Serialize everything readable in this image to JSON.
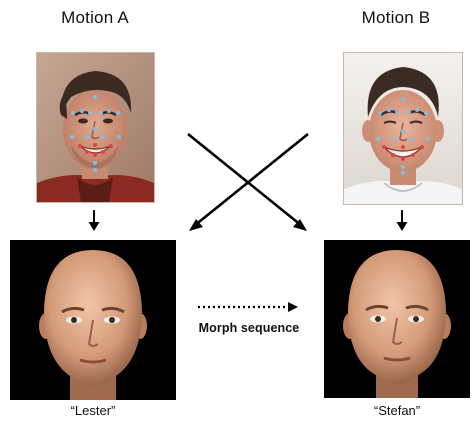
{
  "left": {
    "title": "Motion A",
    "caption": "“Lester”"
  },
  "right": {
    "title": "Motion B",
    "caption": "“Stefan”"
  },
  "morph": {
    "label": "Morph sequence"
  },
  "icons": {
    "down_arrow": "down-arrow-icon",
    "cross_arrows": "cross-arrows-icon",
    "dotted_arrow": "dotted-arrow-icon"
  }
}
